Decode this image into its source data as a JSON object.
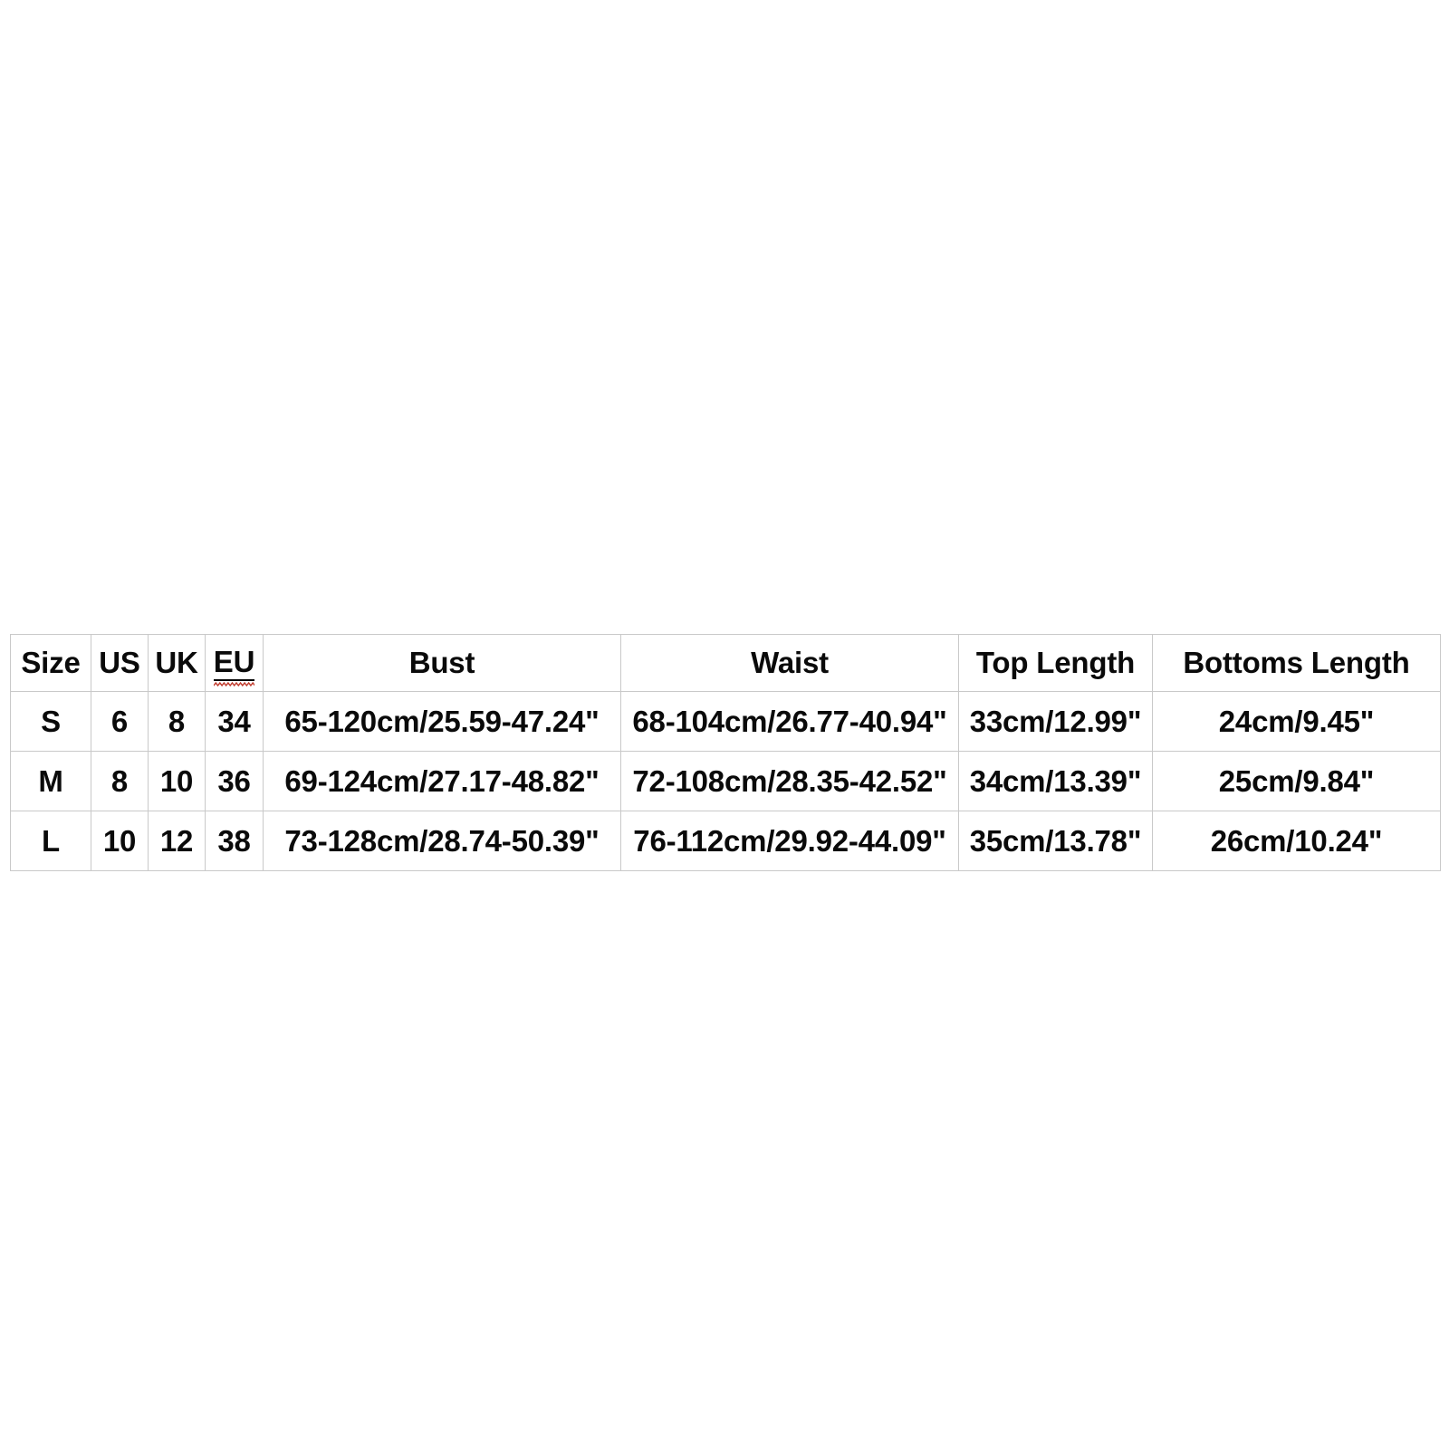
{
  "page": {
    "background_color": "#ffffff",
    "content_type": "apparel-size-chart"
  },
  "size_chart": {
    "columns": [
      {
        "key": "size",
        "label": "Size"
      },
      {
        "key": "us",
        "label": "US"
      },
      {
        "key": "uk",
        "label": "UK"
      },
      {
        "key": "eu",
        "label": "EU",
        "spellcheck_flagged": true
      },
      {
        "key": "bust",
        "label": "Bust"
      },
      {
        "key": "waist",
        "label": "Waist"
      },
      {
        "key": "top",
        "label": "Top Length"
      },
      {
        "key": "bottoms",
        "label": "Bottoms Length"
      }
    ],
    "rows": [
      {
        "size": "S",
        "us": "6",
        "uk": "8",
        "eu": "34",
        "bust": "65-120cm/25.59-47.24\"",
        "waist": "68-104cm/26.77-40.94\"",
        "top": "33cm/12.99\"",
        "bottoms": "24cm/9.45\""
      },
      {
        "size": "M",
        "us": "8",
        "uk": "10",
        "eu": "36",
        "bust": "69-124cm/27.17-48.82\"",
        "waist": "72-108cm/28.35-42.52\"",
        "top": "34cm/13.39\"",
        "bottoms": "25cm/9.84\""
      },
      {
        "size": "L",
        "us": "10",
        "uk": "12",
        "eu": "38",
        "bust": "73-128cm/28.74-50.39\"",
        "waist": "76-112cm/29.92-44.09\"",
        "top": "35cm/13.78\"",
        "bottoms": "26cm/10.24\""
      }
    ]
  },
  "colors": {
    "text": "#0a0a0a",
    "border": "#c9c9c9",
    "background": "#ffffff",
    "spellcheck_underline": "#c0392b"
  }
}
